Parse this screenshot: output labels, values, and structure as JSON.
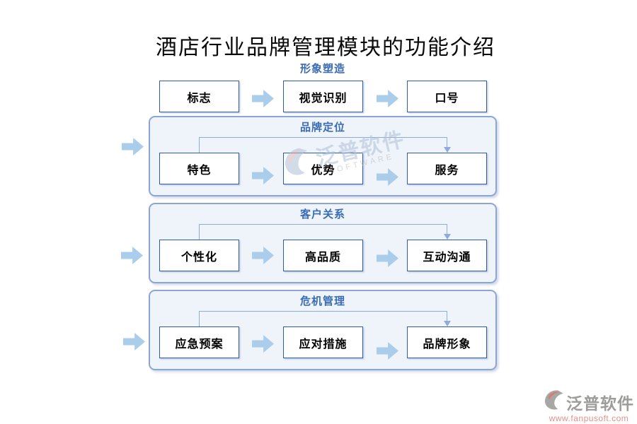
{
  "title": "酒店行业品牌管理模块的功能介绍",
  "groups": [
    {
      "label": "形象塑造",
      "boxes": [
        "标志",
        "视觉识别",
        "口号"
      ]
    },
    {
      "label": "品牌定位",
      "boxes": [
        "特色",
        "优势",
        "服务"
      ]
    },
    {
      "label": "客户关系",
      "boxes": [
        "个性化",
        "高品质",
        "互动沟通"
      ]
    },
    {
      "label": "危机管理",
      "boxes": [
        "应急预案",
        "应对措施",
        "品牌形象"
      ]
    }
  ],
  "watermark": {
    "brand": "泛普软件",
    "latin": "SOFTWARE"
  },
  "footer": {
    "brand": "泛普软件",
    "url": "www.fanpusoft.com"
  },
  "colors": {
    "node_border": "#2E5CA6",
    "container_border": "#8CA5D4",
    "container_fill": "#EFF4FB",
    "block_arrow": "#A9CDEB",
    "connector": "#8FAADC",
    "section_label": "#3A6CB4",
    "footer_url": "#E0827A"
  }
}
